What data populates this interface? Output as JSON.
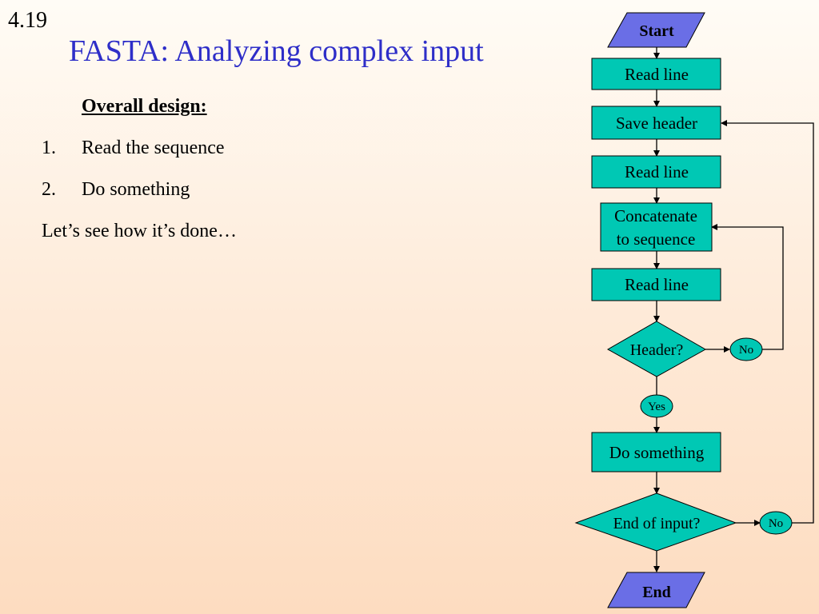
{
  "slide": {
    "number": "4.19",
    "title": "FASTA:  Analyzing complex input",
    "heading": "Overall design:",
    "items": [
      {
        "num": "1.",
        "text": "Read the sequence"
      },
      {
        "num": "2.",
        "text": "Do something"
      }
    ],
    "note": "Let’s see how it’s done…"
  },
  "flowchart": {
    "start": "Start",
    "read_line_1": "Read line",
    "save_header": "Save header",
    "read_line_2": "Read line",
    "concat_line1": "Concatenate",
    "concat_line2": "to sequence",
    "read_line_3": "Read line",
    "header_check": "Header?",
    "no_1": "No",
    "yes": "Yes",
    "do_something": "Do something",
    "end_check": "End of input?",
    "no_2": "No",
    "end": "End"
  },
  "colors": {
    "title": "#2e2ec8",
    "node_fill": "#00c8b4",
    "terminal_fill": "#6a6ee6",
    "line": "#000000"
  }
}
